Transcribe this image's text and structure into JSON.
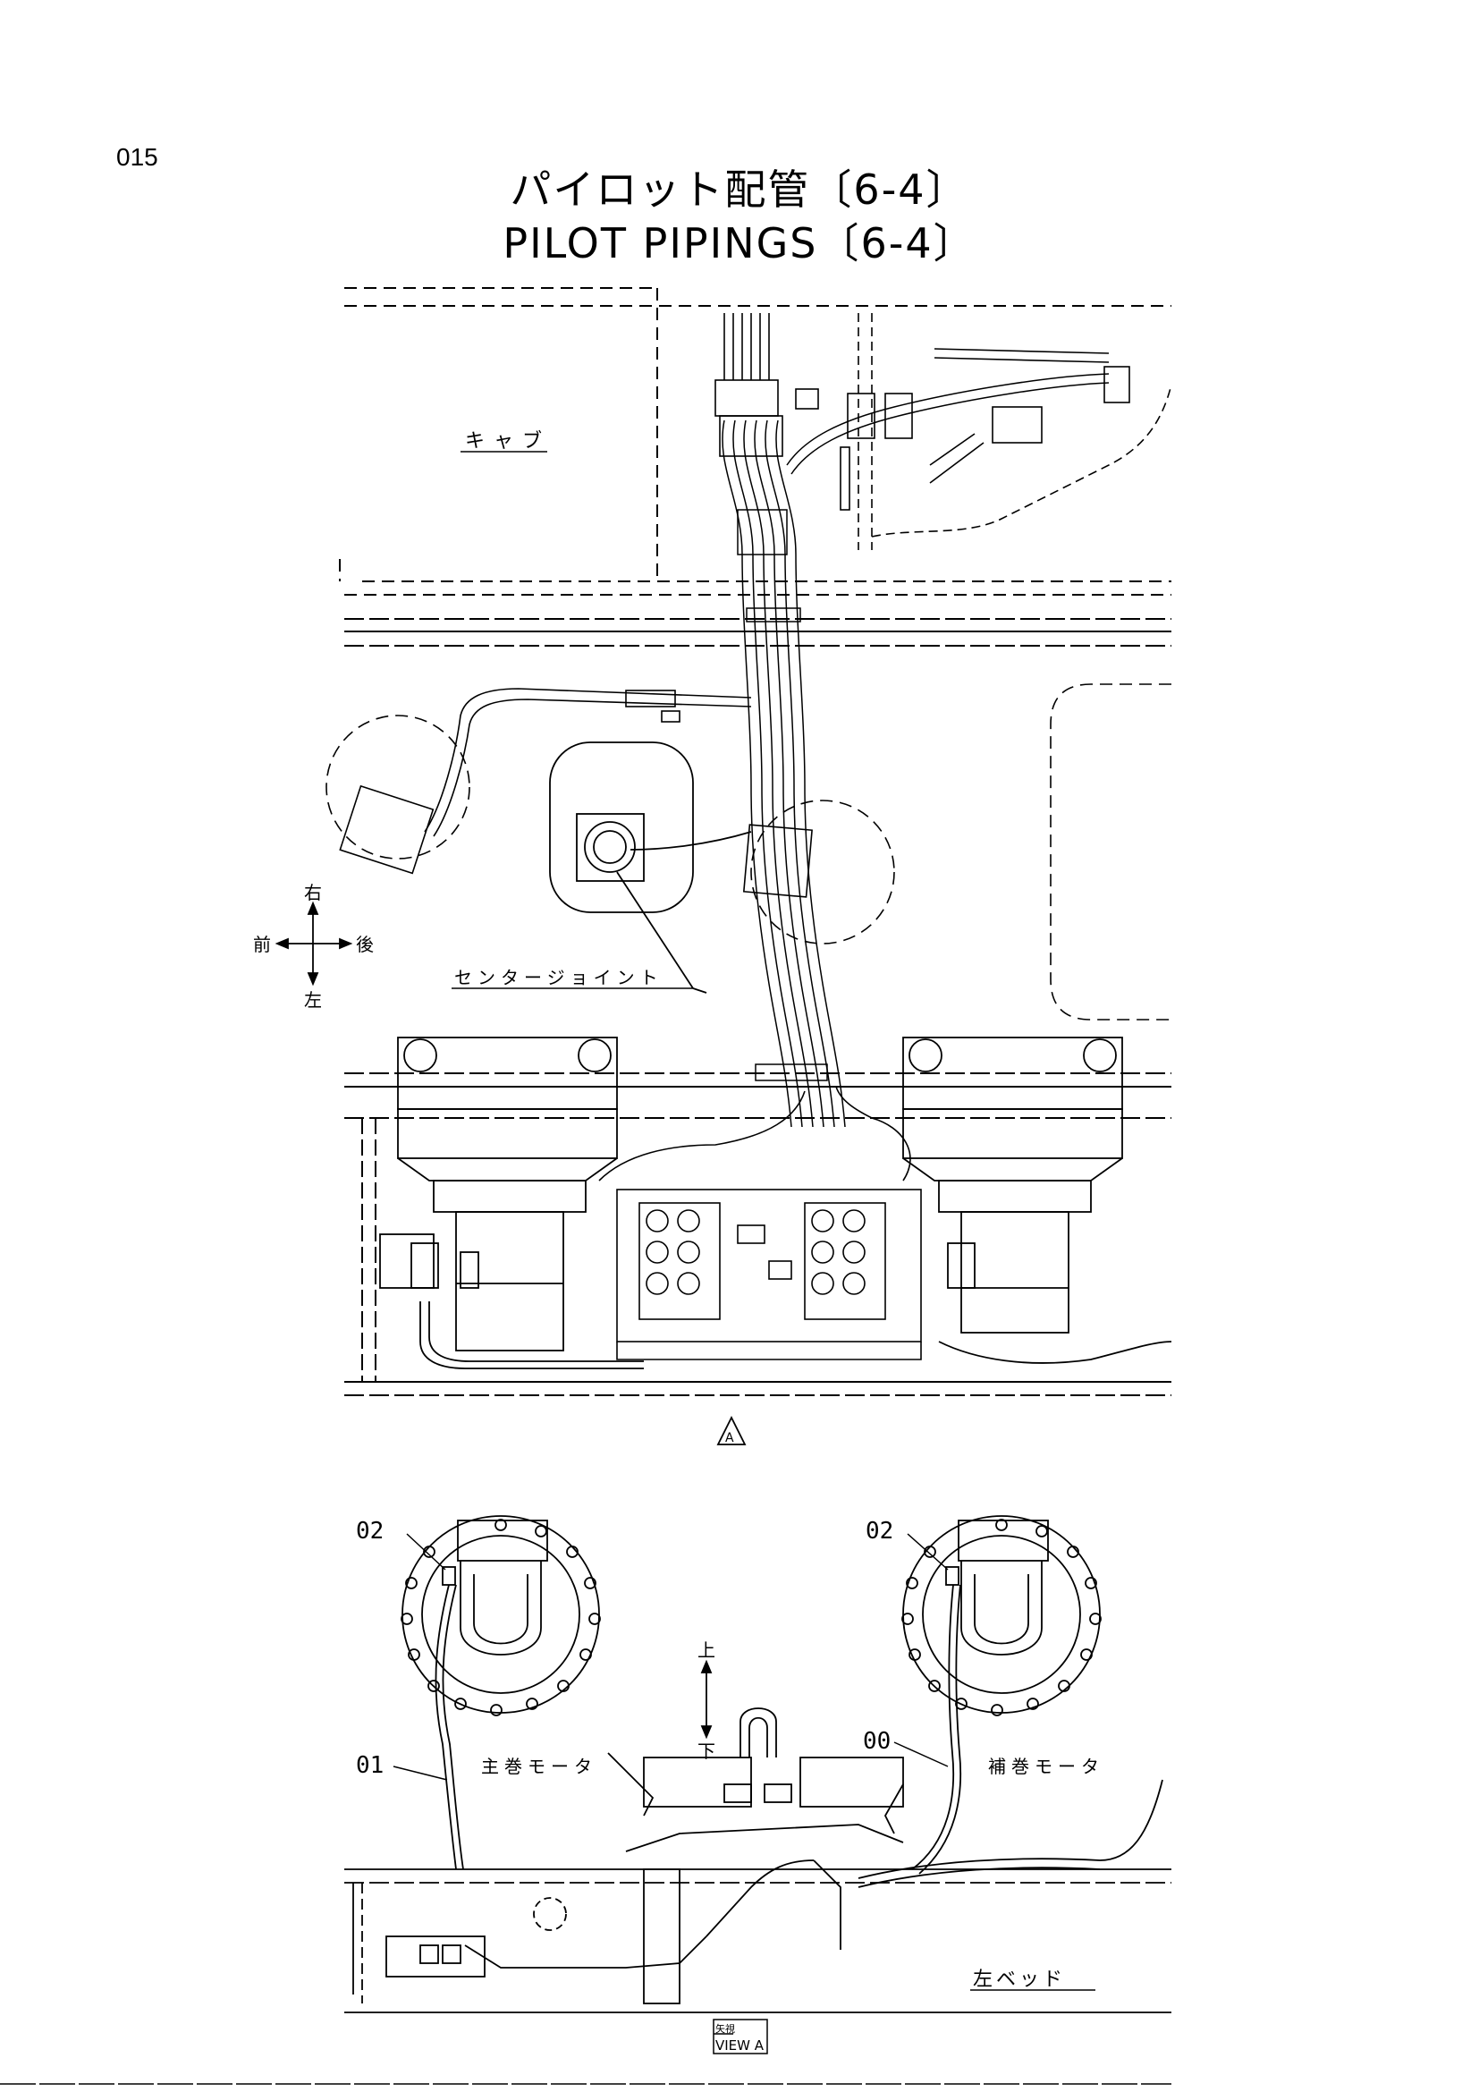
{
  "page": {
    "number": "015"
  },
  "title": {
    "japanese": "パイロット配管〔6-4〕",
    "english": "PILOT PIPINGS〔6-4〕"
  },
  "labels": {
    "cab": "キャブ",
    "center_joint": "センタージョイント",
    "dir_right": "右",
    "dir_front": "前",
    "dir_rear": "後",
    "dir_left": "左",
    "view_marker": "A",
    "up": "上",
    "down": "下",
    "main_hoist_motor": "主巻モータ",
    "aux_hoist_motor": "補巻モータ",
    "left_bed": "左ベッド",
    "view_tag_top": "矢視",
    "view_tag_bottom": "VIEW A"
  },
  "callouts": {
    "part_02_left": "02",
    "part_02_right": "02",
    "part_01": "01",
    "part_00": "00"
  }
}
